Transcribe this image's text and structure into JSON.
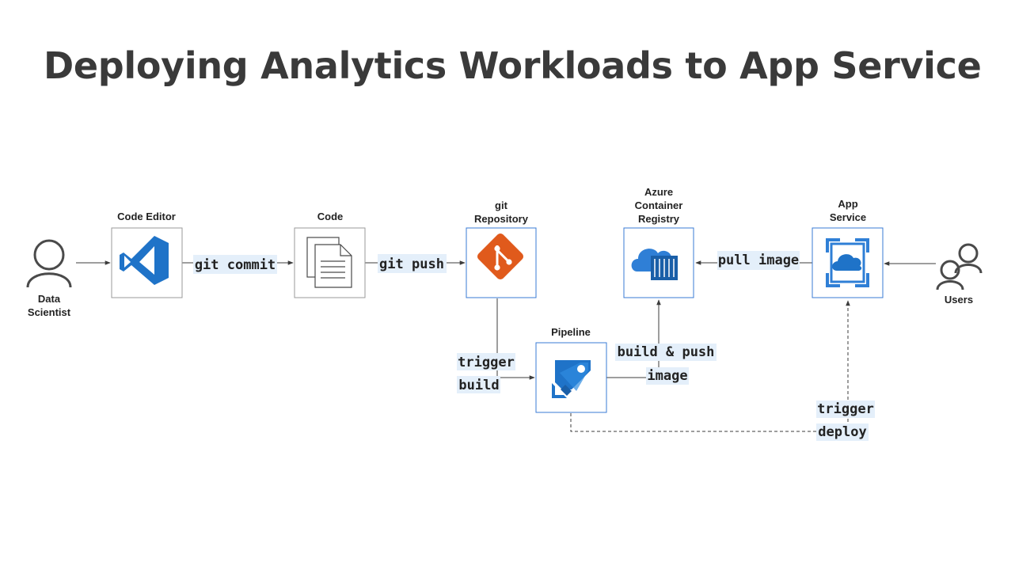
{
  "title": "Deploying Analytics Workloads to App Service",
  "nodes": {
    "data_scientist": [
      "Data",
      "Scientist"
    ],
    "code_editor": [
      "Code Editor"
    ],
    "code": [
      "Code"
    ],
    "git_repo": [
      "git",
      "Repository"
    ],
    "pipeline": [
      "Pipeline"
    ],
    "acr": [
      "Azure",
      "Container",
      "Registry"
    ],
    "app_service": [
      "App",
      "Service"
    ],
    "users": [
      "Users"
    ]
  },
  "edges": {
    "git_commit": [
      "git commit"
    ],
    "git_push": [
      "git push"
    ],
    "trigger_build": [
      "trigger",
      "build"
    ],
    "build_push": [
      "build & push",
      "image"
    ],
    "pull_image": [
      "pull image"
    ],
    "trigger_deploy": [
      "trigger",
      "deploy"
    ]
  },
  "colors": {
    "vscode_blue": "#1f73c8",
    "git_orange": "#e05a1c",
    "azure_blue": "#2f7fd6",
    "person_gray": "#4a4a4a",
    "label_highlight": "#e4effa"
  },
  "icons": {
    "data_scientist": "person-icon",
    "code_editor": "vscode-icon",
    "code": "document-icon",
    "git_repo": "git-icon",
    "pipeline": "azure-pipelines-icon",
    "acr": "container-registry-icon",
    "app_service": "app-service-icon",
    "users": "users-icon"
  }
}
